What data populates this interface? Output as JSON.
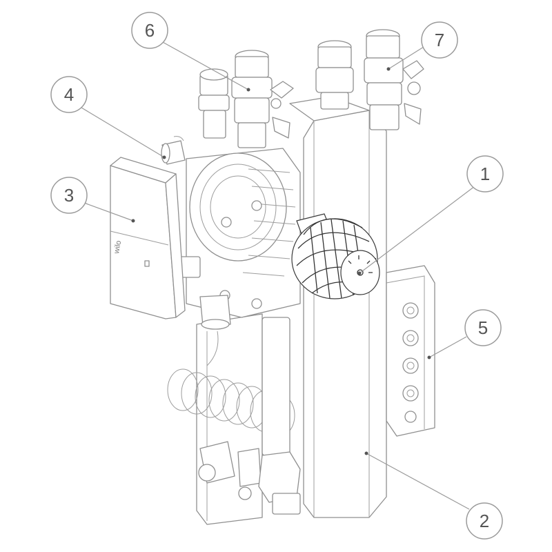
{
  "colors": {
    "outline": "#8f8f8f",
    "highlight": "#333333",
    "callout_circle": "#9a9a9a",
    "callout_text": "#555555"
  },
  "brand_mark": "wilo",
  "callouts": [
    {
      "id": "1",
      "label": "1"
    },
    {
      "id": "2",
      "label": "2"
    },
    {
      "id": "3",
      "label": "3"
    },
    {
      "id": "4",
      "label": "4"
    },
    {
      "id": "5",
      "label": "5"
    },
    {
      "id": "6",
      "label": "6"
    },
    {
      "id": "7",
      "label": "7"
    }
  ]
}
